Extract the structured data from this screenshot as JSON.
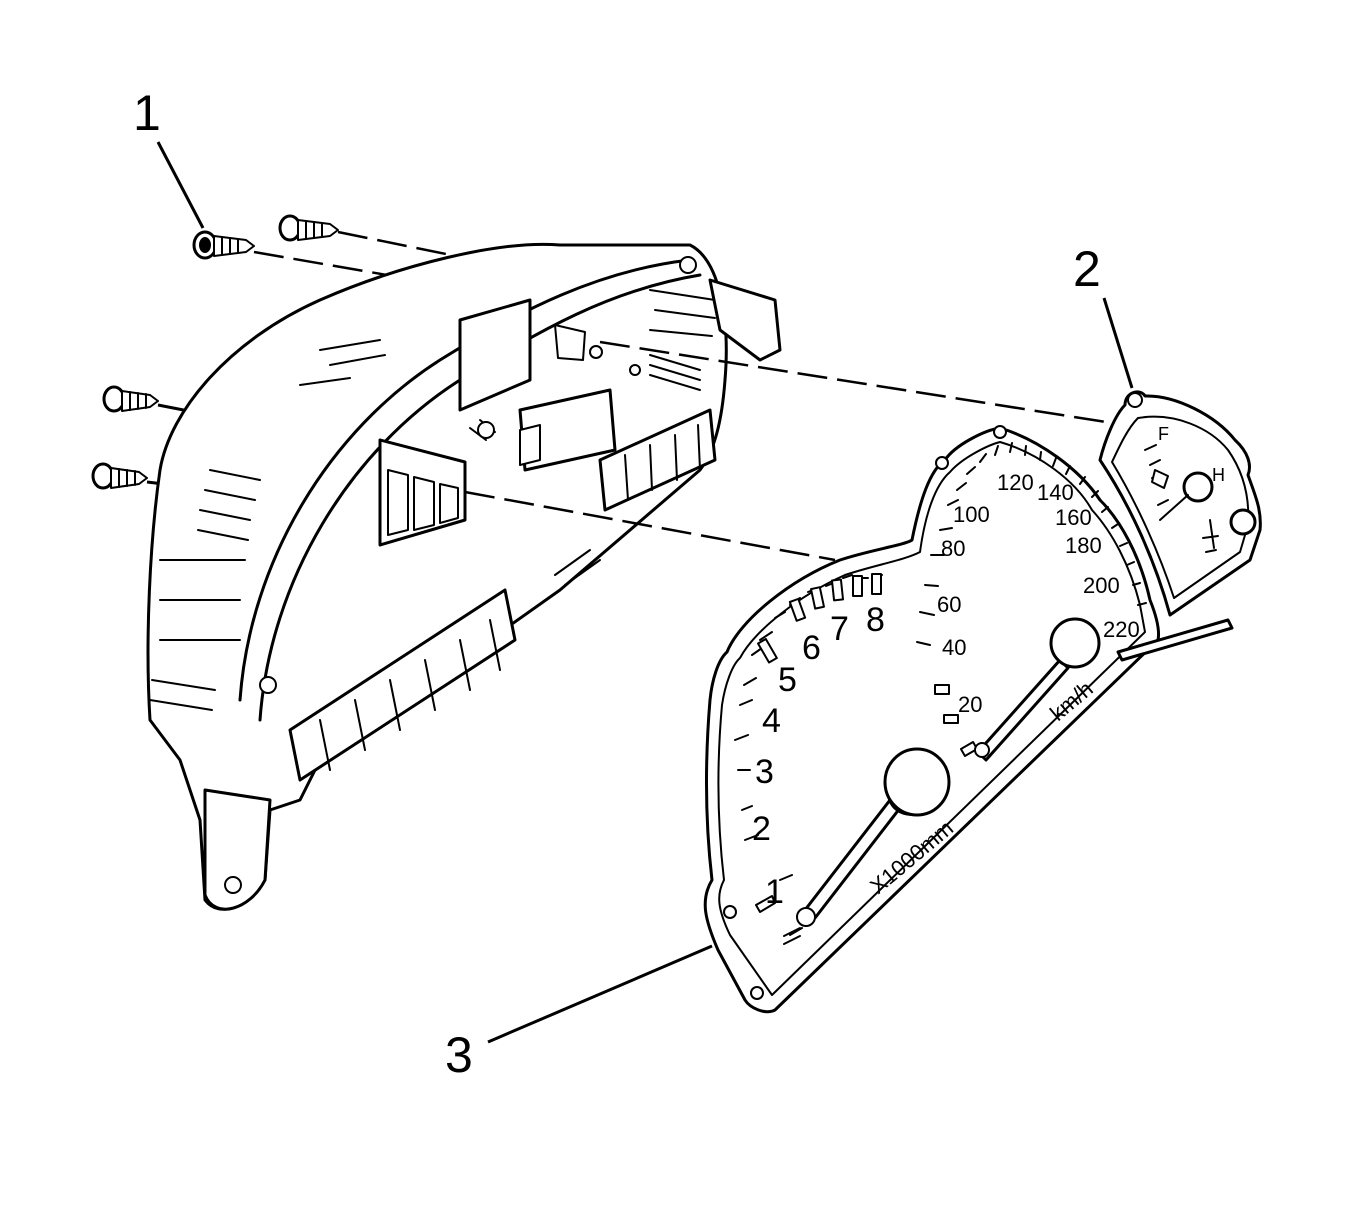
{
  "callouts": [
    {
      "id": "screws",
      "label": "1"
    },
    {
      "id": "gauge-face-small",
      "label": "2"
    },
    {
      "id": "gauge-face-main",
      "label": "3"
    }
  ],
  "tachometer": {
    "numbers": [
      "1",
      "2",
      "3",
      "4",
      "5",
      "6",
      "7",
      "8"
    ],
    "unit_label": "X1000mm"
  },
  "speedometer": {
    "numbers": [
      "20",
      "40",
      "60",
      "80",
      "100",
      "120",
      "140",
      "160",
      "180",
      "200",
      "220"
    ],
    "unit_label": "km/h"
  },
  "fuel_temp_gauge": {
    "fuel_full": "F",
    "temp_hot": "H"
  }
}
